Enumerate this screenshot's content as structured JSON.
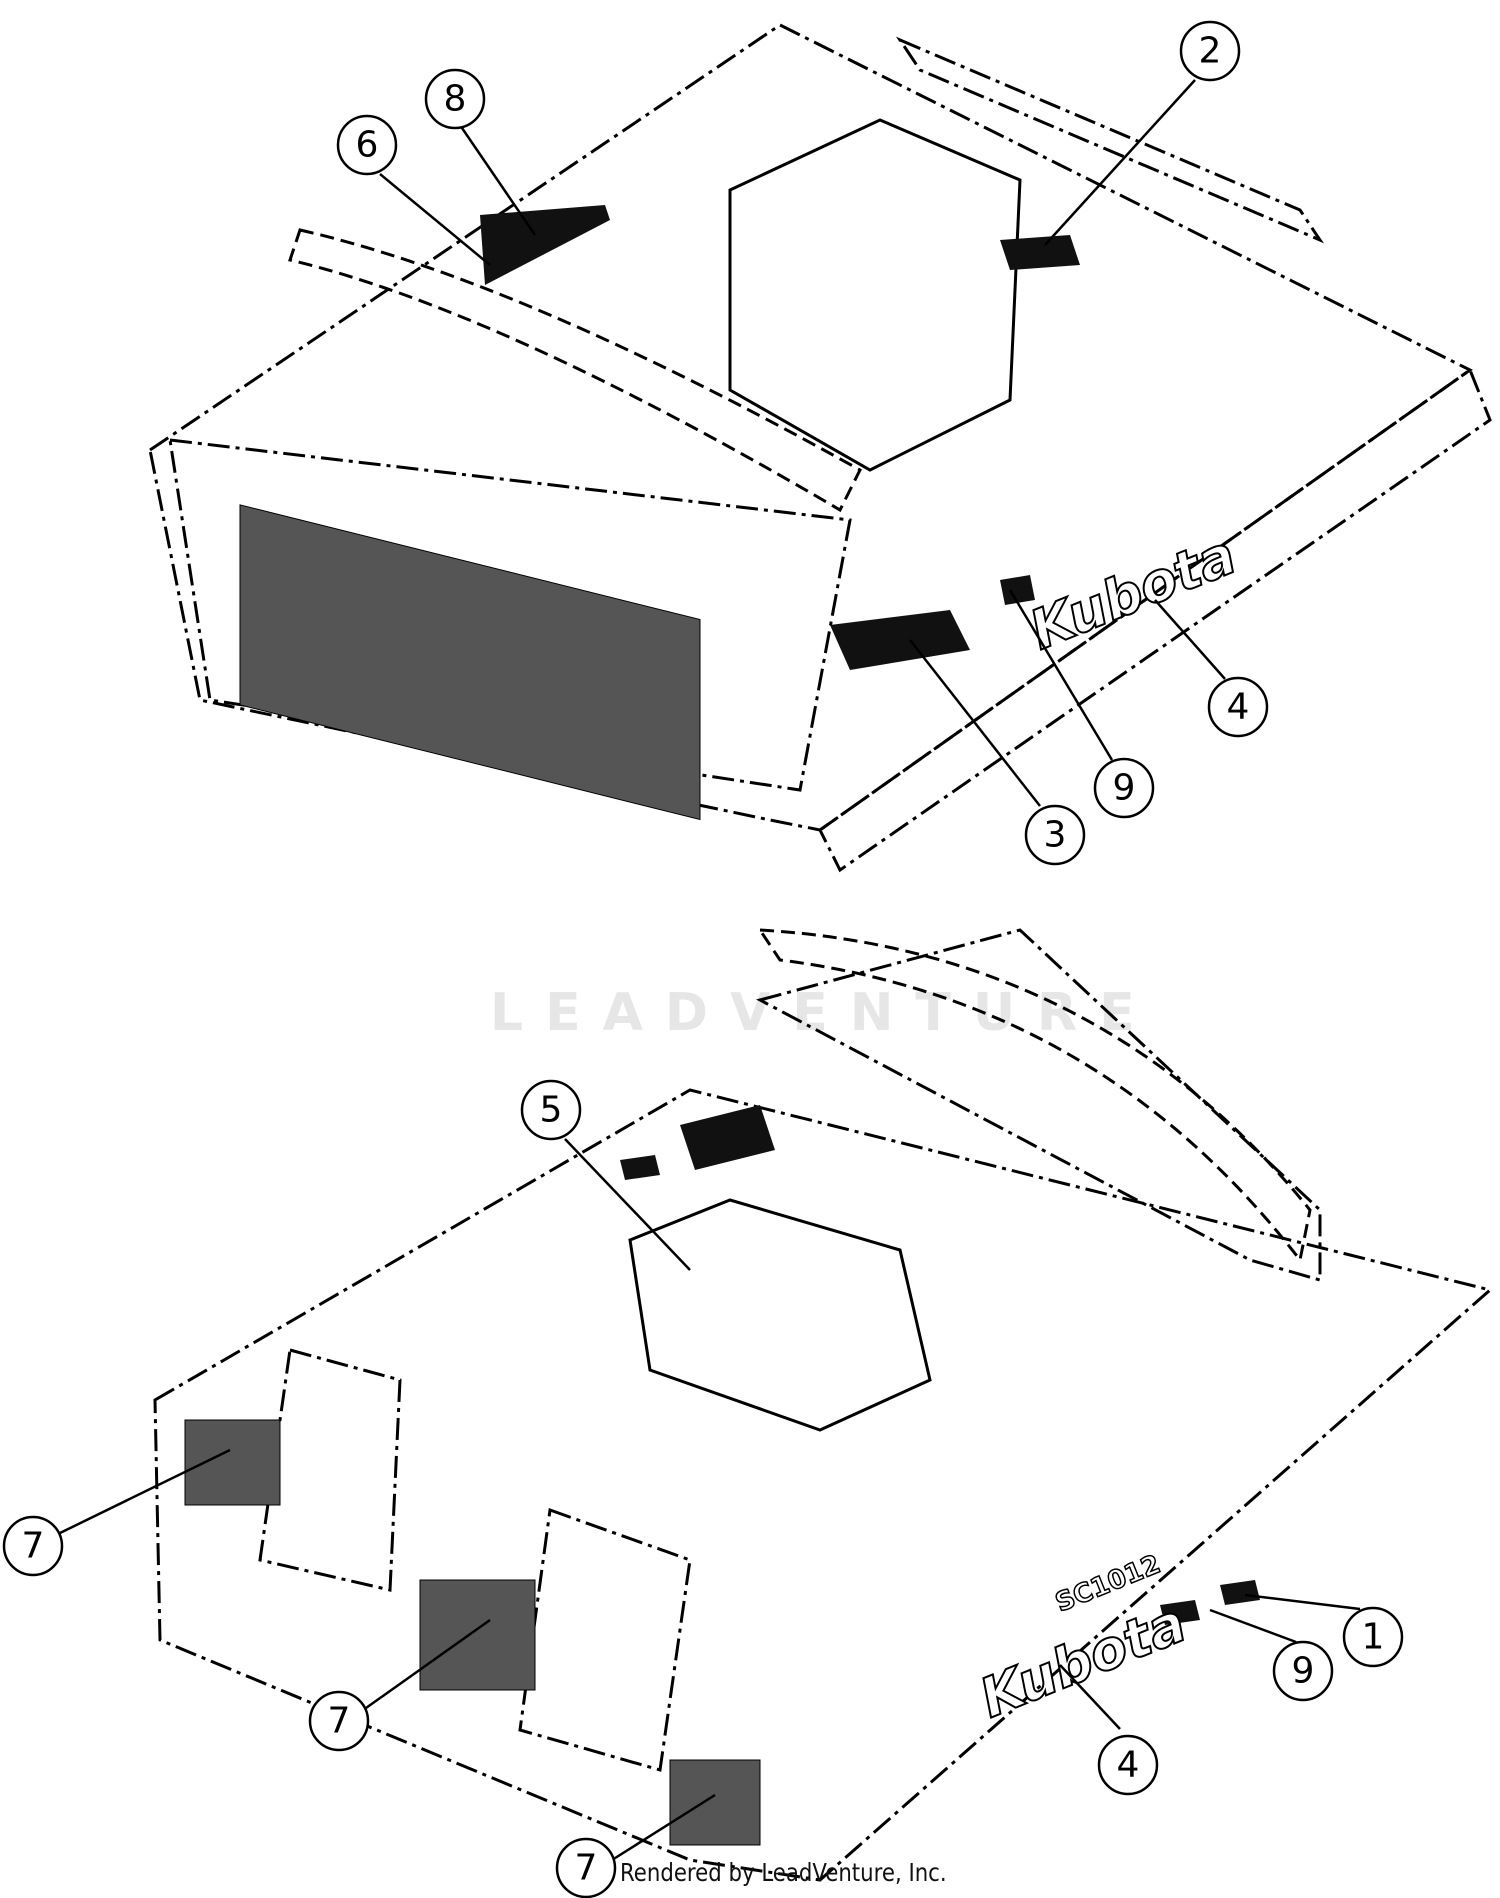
{
  "diagram": {
    "brand_decal": "Kubota",
    "model_decal": "SC1012",
    "watermark": "LEADVENTURE",
    "footer": "Rendered by LeadVenture, Inc.",
    "callouts_top": [
      "2",
      "8",
      "6",
      "4",
      "9",
      "3"
    ],
    "callouts_bottom": [
      "5",
      "7",
      "7",
      "7",
      "4",
      "9",
      "1"
    ]
  }
}
